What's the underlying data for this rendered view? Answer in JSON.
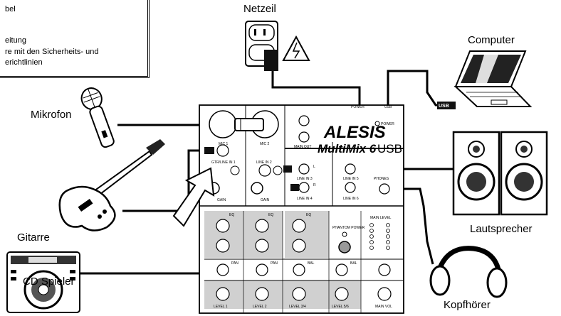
{
  "note_box": {
    "lines": [
      "bel",
      "eitung",
      "re mit den Sicherheits- und",
      "erichtlinien"
    ]
  },
  "labels": {
    "power": "Netzeil",
    "computer": "Computer",
    "microphone": "Mikrofon",
    "guitar": "Gitarre",
    "cd_player": "CD Spieler",
    "speakers": "Lautsprecher",
    "headphones": "Kopfhörer"
  },
  "mixer": {
    "brand": "ALESIS",
    "model": "MultiMix 6",
    "model_suffix": "USB",
    "power_label": "POWER",
    "usb_label": "USB",
    "power_led": "POWER",
    "mic1": "MIC 1",
    "mic2": "MIC 2",
    "gtr_line1": "GTR/LINE IN 1",
    "line_in_2": "LINE IN 2",
    "main_out": "MAIN OUT",
    "line_in_3": "LINE IN 3",
    "line_in_4": "LINE IN 4",
    "line_in_5": "LINE IN 5",
    "line_in_6": "LINE IN 6",
    "phones": "PHONES",
    "gain": "GAIN",
    "eq": "EQ",
    "pan": "PAN",
    "bal": "BAL",
    "phantom": "PHANTOM POWER",
    "main_level": "MAIN LEVEL",
    "level_1": "LEVEL 1",
    "level_2": "LEVEL 2",
    "level_34": "LEVEL 3/4",
    "level_56": "LEVEL 5/6",
    "main_vol": "MAIN VOL",
    "jack_l": "L",
    "jack_r": "R",
    "usb_cable": "USB"
  }
}
